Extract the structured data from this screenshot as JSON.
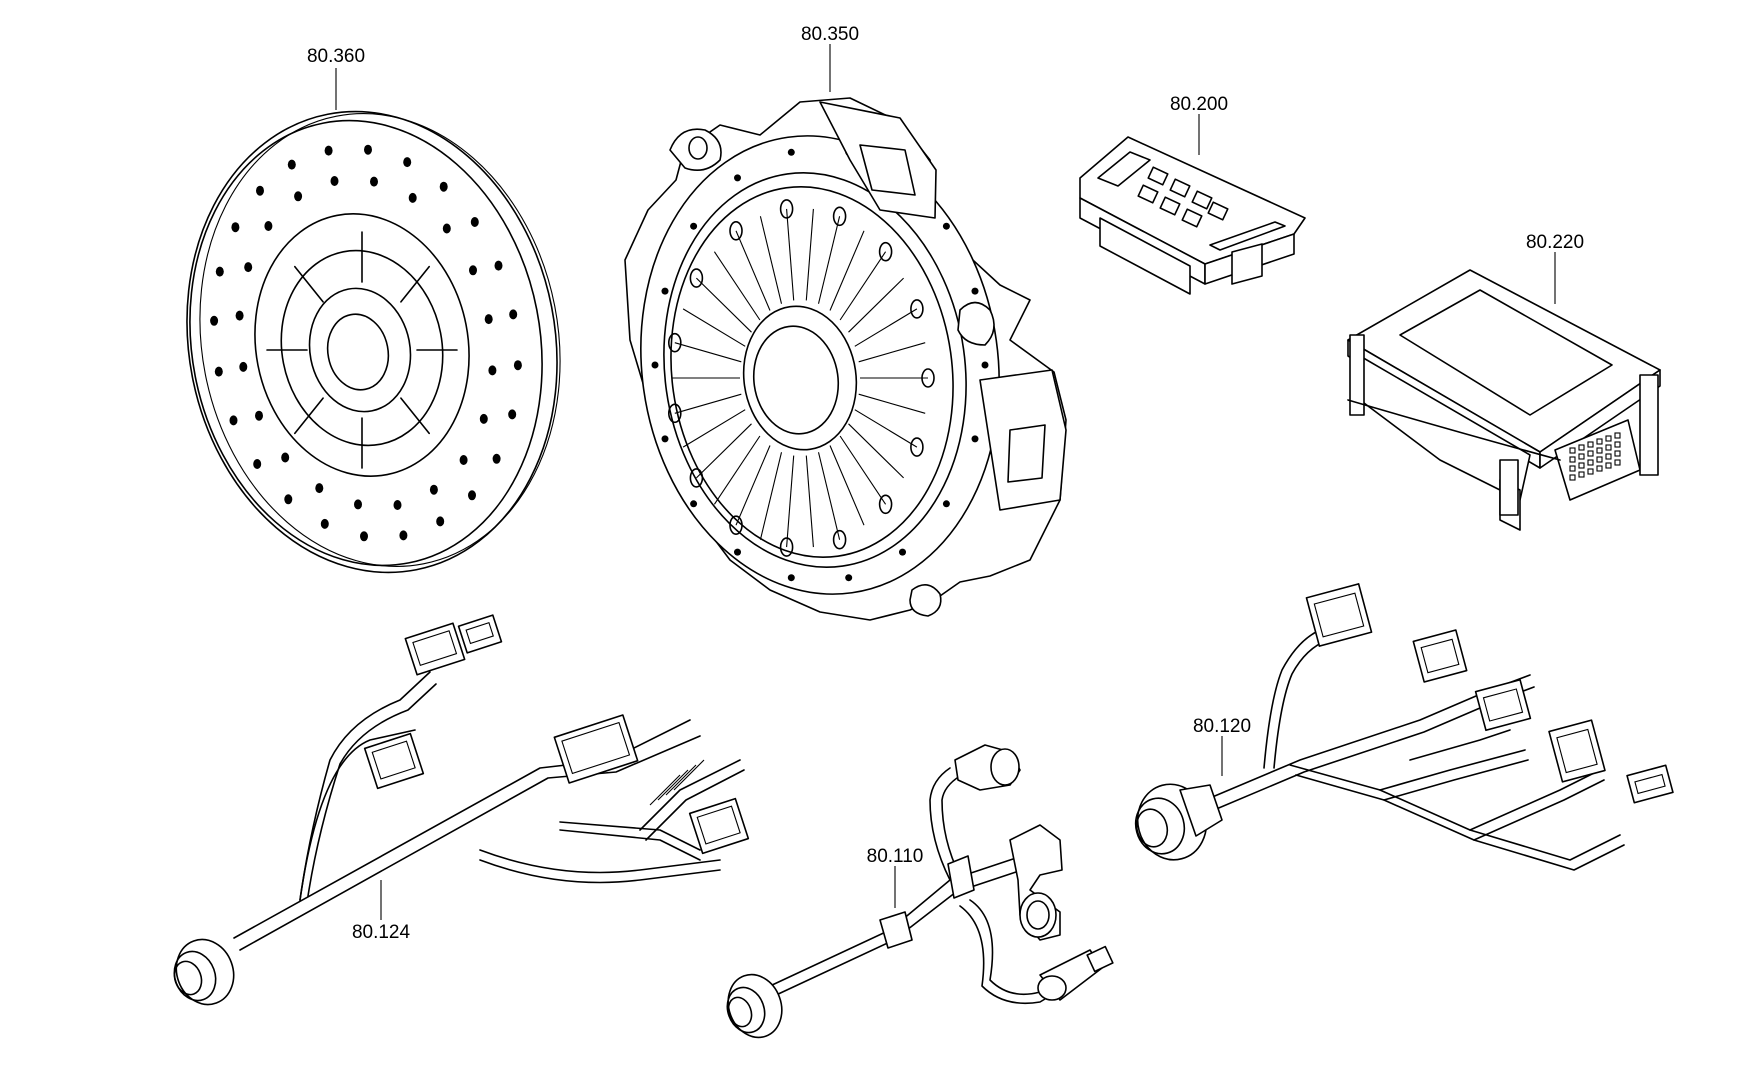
{
  "diagram": {
    "parts": [
      {
        "id": "clutch-disc",
        "label": "80.360"
      },
      {
        "id": "clutch-pressure-plate",
        "label": "80.350"
      },
      {
        "id": "control-switch-panel",
        "label": "80.200"
      },
      {
        "id": "control-unit",
        "label": "80.220"
      },
      {
        "id": "wiring-harness-left",
        "label": "80.124"
      },
      {
        "id": "wiring-harness-center",
        "label": "80.110"
      },
      {
        "id": "wiring-harness-right",
        "label": "80.120"
      }
    ]
  }
}
